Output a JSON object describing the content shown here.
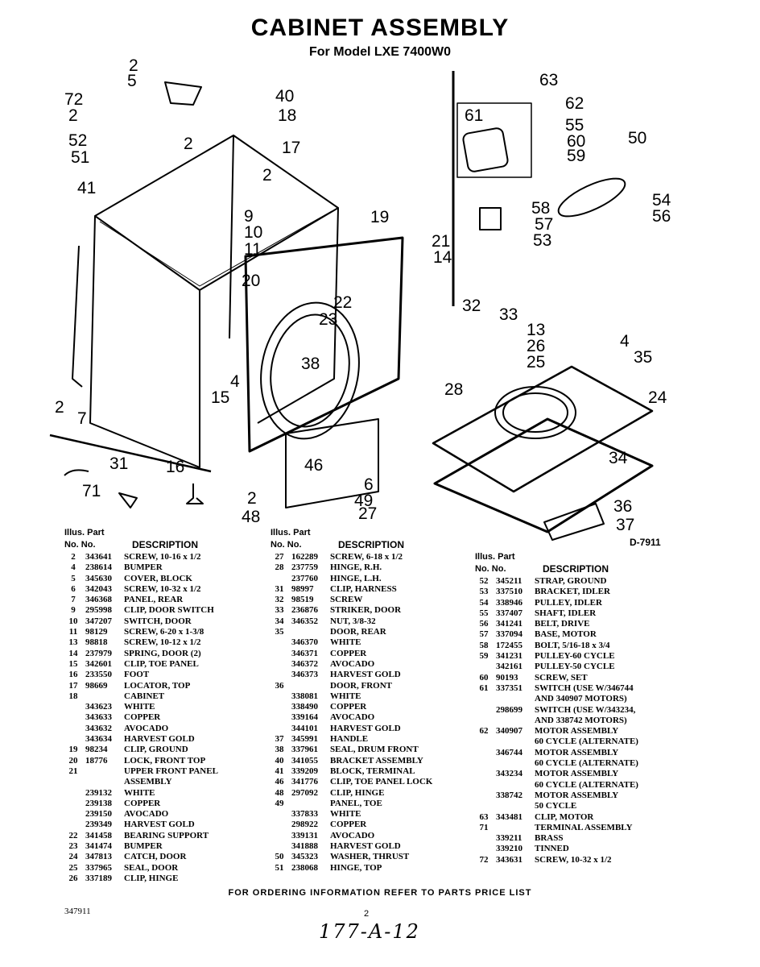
{
  "title": "CABINET ASSEMBLY",
  "subtitle": "For Model LXE 7400W0",
  "drawing_id": "D-7911",
  "callouts": [
    "2",
    "5",
    "72",
    "2",
    "52",
    "51",
    "2",
    "41",
    "40",
    "18",
    "17",
    "2",
    "9",
    "10",
    "11",
    "19",
    "20",
    "21",
    "14",
    "22",
    "23",
    "38",
    "15",
    "4",
    "2",
    "7",
    "31",
    "71",
    "16",
    "2",
    "48",
    "46",
    "6",
    "49",
    "27",
    "28",
    "32",
    "33",
    "13",
    "26",
    "25",
    "4",
    "35",
    "24",
    "34",
    "36",
    "37",
    "63",
    "62",
    "61",
    "55",
    "60",
    "50",
    "59",
    "58",
    "57",
    "53",
    "54",
    "56"
  ],
  "table_headers": {
    "illus": "Illus.",
    "no": "No.",
    "part": "Part",
    "part_no": "No.",
    "desc": "DESCRIPTION"
  },
  "tables": [
    [
      [
        "2",
        "343641",
        "SCREW, 10-16 x 1/2"
      ],
      [
        "4",
        "238614",
        "BUMPER"
      ],
      [
        "5",
        "345630",
        "COVER, BLOCK"
      ],
      [
        "6",
        "342043",
        "SCREW, 10-32 x 1/2"
      ],
      [
        "7",
        "346368",
        "PANEL, REAR"
      ],
      [
        "9",
        "295998",
        "CLIP, DOOR SWITCH"
      ],
      [
        "10",
        "347207",
        "SWITCH, DOOR"
      ],
      [
        "11",
        "98129",
        "SCREW, 6-20 x 1-3/8"
      ],
      [
        "13",
        "98818",
        "SCREW, 10-12 x 1/2"
      ],
      [
        "14",
        "237979",
        "SPRING, DOOR (2)"
      ],
      [
        "15",
        "342601",
        "CLIP, TOE PANEL"
      ],
      [
        "16",
        "233550",
        "FOOT"
      ],
      [
        "17",
        "98669",
        "LOCATOR, TOP"
      ],
      [
        "18",
        "",
        "CABINET"
      ],
      [
        "",
        "343623",
        "WHITE"
      ],
      [
        "",
        "343633",
        "COPPER"
      ],
      [
        "",
        "343632",
        "AVOCADO"
      ],
      [
        "",
        "343634",
        "HARVEST GOLD"
      ],
      [
        "19",
        "98234",
        "CLIP, GROUND"
      ],
      [
        "20",
        "18776",
        "LOCK, FRONT TOP"
      ],
      [
        "21",
        "",
        "UPPER FRONT PANEL"
      ],
      [
        "",
        "",
        "ASSEMBLY"
      ],
      [
        "",
        "239132",
        "WHITE"
      ],
      [
        "",
        "239138",
        "COPPER"
      ],
      [
        "",
        "239150",
        "AVOCADO"
      ],
      [
        "",
        "239349",
        "HARVEST GOLD"
      ],
      [
        "22",
        "341458",
        "BEARING SUPPORT"
      ],
      [
        "23",
        "341474",
        "BUMPER"
      ],
      [
        "24",
        "347813",
        "CATCH, DOOR"
      ],
      [
        "25",
        "337965",
        "SEAL, DOOR"
      ],
      [
        "26",
        "337189",
        "CLIP, HINGE"
      ]
    ],
    [
      [
        "27",
        "162289",
        "SCREW, 6-18 x 1/2"
      ],
      [
        "28",
        "237759",
        "HINGE, R.H."
      ],
      [
        "",
        "237760",
        "HINGE, L.H."
      ],
      [
        "31",
        "98997",
        "CLIP, HARNESS"
      ],
      [
        "32",
        "98519",
        "SCREW"
      ],
      [
        "33",
        "236876",
        "STRIKER, DOOR"
      ],
      [
        "34",
        "346352",
        "NUT, 3/8-32"
      ],
      [
        "35",
        "",
        "DOOR, REAR"
      ],
      [
        "",
        "346370",
        "WHITE"
      ],
      [
        "",
        "346371",
        "COPPER"
      ],
      [
        "",
        "346372",
        "AVOCADO"
      ],
      [
        "",
        "346373",
        "HARVEST GOLD"
      ],
      [
        "36",
        "",
        "DOOR, FRONT"
      ],
      [
        "",
        "338081",
        "WHITE"
      ],
      [
        "",
        "338490",
        "COPPER"
      ],
      [
        "",
        "339164",
        "AVOCADO"
      ],
      [
        "",
        "344101",
        "HARVEST GOLD"
      ],
      [
        "37",
        "345991",
        "HANDLE"
      ],
      [
        "38",
        "337961",
        "SEAL, DRUM FRONT"
      ],
      [
        "40",
        "341055",
        "BRACKET ASSEMBLY"
      ],
      [
        "41",
        "339209",
        "BLOCK, TERMINAL"
      ],
      [
        "46",
        "341776",
        "CLIP, TOE PANEL LOCK"
      ],
      [
        "48",
        "297092",
        "CLIP, HINGE"
      ],
      [
        "49",
        "",
        "PANEL, TOE"
      ],
      [
        "",
        "337833",
        "WHITE"
      ],
      [
        "",
        "298922",
        "COPPER"
      ],
      [
        "",
        "339131",
        "AVOCADO"
      ],
      [
        "",
        "341888",
        "HARVEST GOLD"
      ],
      [
        "50",
        "345323",
        "WASHER, THRUST"
      ],
      [
        "51",
        "238068",
        "HINGE, TOP"
      ]
    ],
    [
      [
        "52",
        "345211",
        "STRAP, GROUND"
      ],
      [
        "53",
        "337510",
        "BRACKET, IDLER"
      ],
      [
        "54",
        "338946",
        "PULLEY, IDLER"
      ],
      [
        "55",
        "337407",
        "SHAFT, IDLER"
      ],
      [
        "56",
        "341241",
        "BELT, DRIVE"
      ],
      [
        "57",
        "337094",
        "BASE, MOTOR"
      ],
      [
        "58",
        "172455",
        "BOLT, 5/16-18 x 3/4"
      ],
      [
        "59",
        "341231",
        "PULLEY-60 CYCLE"
      ],
      [
        "",
        "342161",
        "PULLEY-50 CYCLE"
      ],
      [
        "60",
        "90193",
        "SCREW, SET"
      ],
      [
        "61",
        "337351",
        "SWITCH (USE W/346744"
      ],
      [
        "",
        "",
        "AND 340907 MOTORS)"
      ],
      [
        "",
        "298699",
        "SWITCH (USE W/343234,"
      ],
      [
        "",
        "",
        "AND 338742 MOTORS)"
      ],
      [
        "62",
        "340907",
        "MOTOR ASSEMBLY"
      ],
      [
        "",
        "",
        "60 CYCLE (ALTERNATE)"
      ],
      [
        "",
        "346744",
        "MOTOR ASSEMBLY"
      ],
      [
        "",
        "",
        "60 CYCLE (ALTERNATE)"
      ],
      [
        "",
        "343234",
        "MOTOR ASSEMBLY"
      ],
      [
        "",
        "",
        "60 CYCLE (ALTERNATE)"
      ],
      [
        "",
        "338742",
        "MOTOR ASSEMBLY"
      ],
      [
        "",
        "",
        "50 CYCLE"
      ],
      [
        "63",
        "343481",
        "CLIP, MOTOR"
      ],
      [
        "71",
        "",
        "TERMINAL ASSEMBLY"
      ],
      [
        "",
        "339211",
        "BRASS"
      ],
      [
        "",
        "339210",
        "TINNED"
      ],
      [
        "72",
        "343631",
        "SCREW, 10-32 x 1/2"
      ]
    ]
  ],
  "footer": "FOR ORDERING INFORMATION REFER TO PARTS PRICE LIST",
  "doc_number": "347911",
  "page_number": "2",
  "handwritten_note": "177-A-12"
}
